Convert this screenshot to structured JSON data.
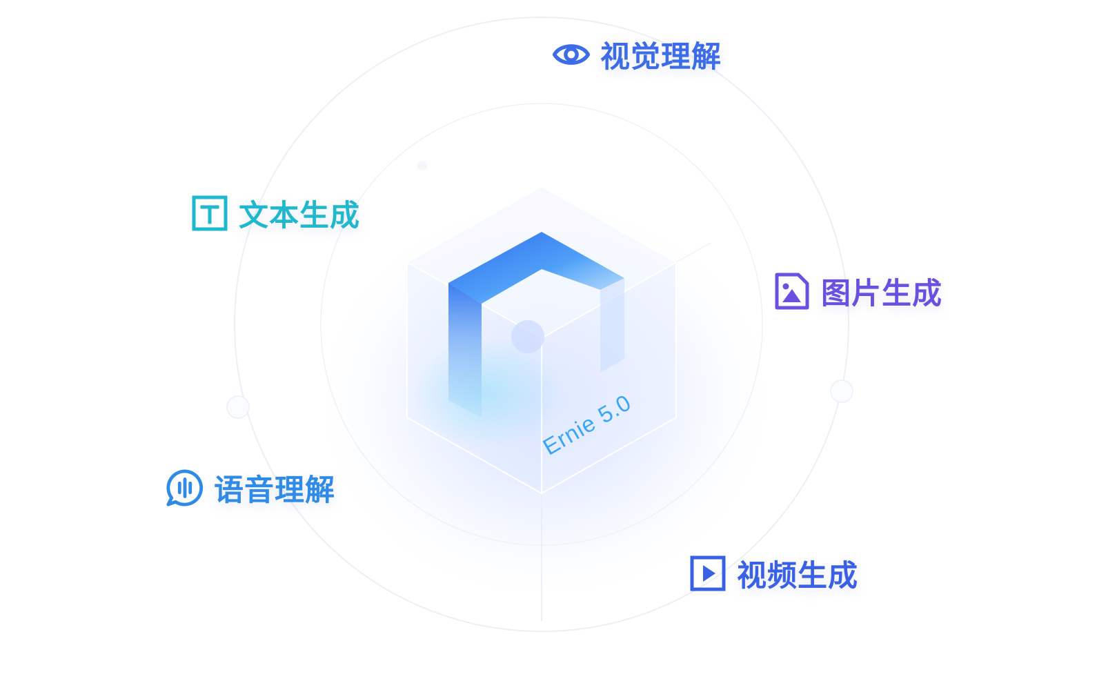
{
  "cube": {
    "label": "Ernie 5.0"
  },
  "features": {
    "vision": {
      "label": "视觉理解",
      "icon": "eye-icon",
      "color": "#3c6ce8"
    },
    "text": {
      "label": "文本生成",
      "icon": "text-t-icon",
      "color": "#1fb8cc"
    },
    "image": {
      "label": "图片生成",
      "icon": "image-icon",
      "color": "#6a4fe0"
    },
    "speech": {
      "label": "语音理解",
      "icon": "speech-bubble-icon",
      "color": "#2f8be6"
    },
    "video": {
      "label": "视频生成",
      "icon": "play-icon",
      "color": "#3a60e6"
    }
  }
}
